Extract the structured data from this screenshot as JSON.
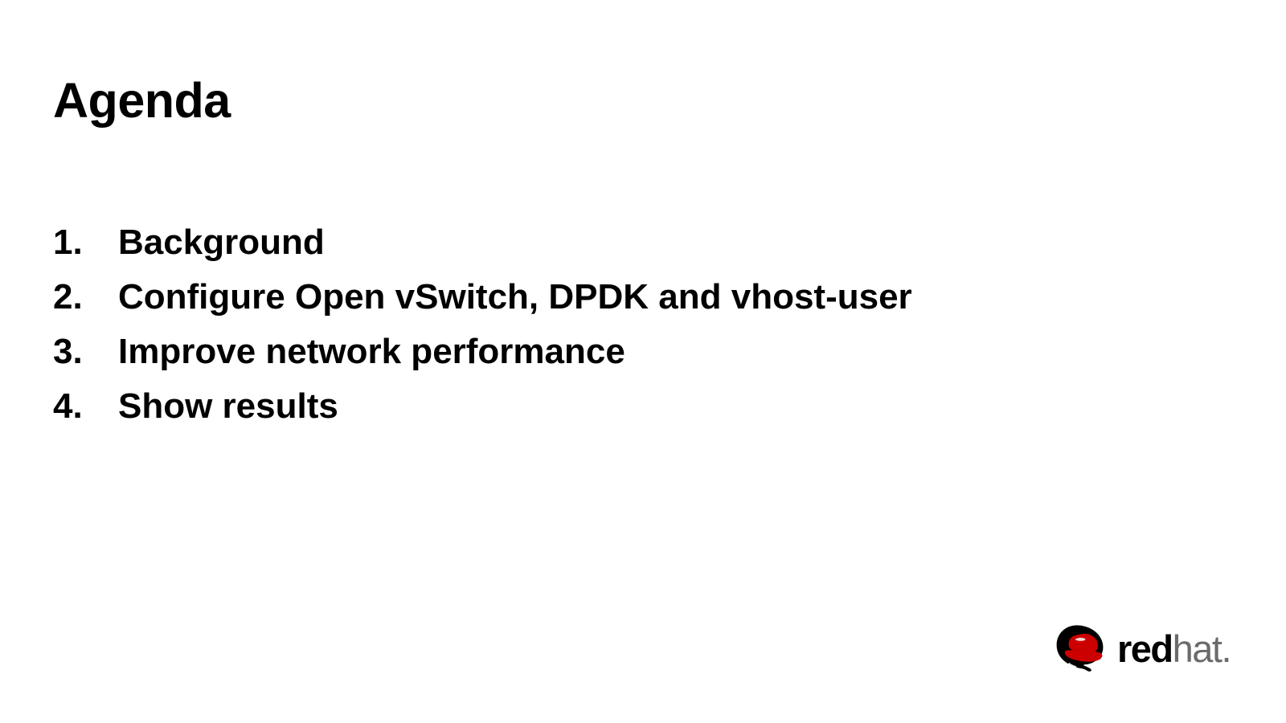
{
  "slide": {
    "title": "Agenda",
    "background_color": "#ffffff",
    "text_color": "#000000"
  },
  "agenda": {
    "items": [
      {
        "number": "1.",
        "label": "Background"
      },
      {
        "number": "2.",
        "label": "Configure Open vSwitch, DPDK and vhost-user"
      },
      {
        "number": "3.",
        "label": "Improve network performance"
      },
      {
        "number": "4.",
        "label": "Show results"
      }
    ]
  },
  "logo": {
    "mark_name": "redhat-shadowman-icon",
    "wordmark_red": "red",
    "wordmark_hat": "hat",
    "wordmark_dot": ".",
    "hat_color": "#cc0000",
    "silhouette_color": "#000000",
    "wordmark_red_color": "#000000",
    "wordmark_hat_color": "#6b6b6b"
  }
}
